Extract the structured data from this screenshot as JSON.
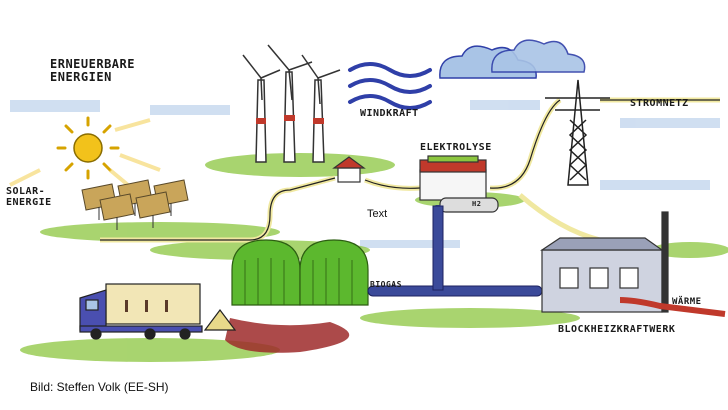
{
  "labels": {
    "erneuerbare": "ERNEUERBARE\nENERGIEN",
    "solar": "SOLAR-\nENERGIE",
    "windkraft": "WINDKRAFT",
    "stromnetz": "STROMNETZ",
    "elektrolyse": "ELEKTROLYSE",
    "text": "Text",
    "biogas": "BIOGAS",
    "waerme": "WÄRME",
    "bhkw": "BLOCKHEIZKRAFTWERK",
    "h2": "H2"
  },
  "caption": "Bild: Steffen Volk (EE-SH)",
  "colors": {
    "sun": "#f2c21b",
    "ground_green": "#8cc63f",
    "sky_blue": "#a9c4e6",
    "water_blue": "#2f3fa8",
    "pipe_blue": "#3b4a9a",
    "digestate_red": "#9e2a2a",
    "heat_pipe": "#c0392b",
    "cable": "#f0e8a0",
    "truck_blue": "#4a4fb0",
    "tank_green": "#5cb82e"
  }
}
